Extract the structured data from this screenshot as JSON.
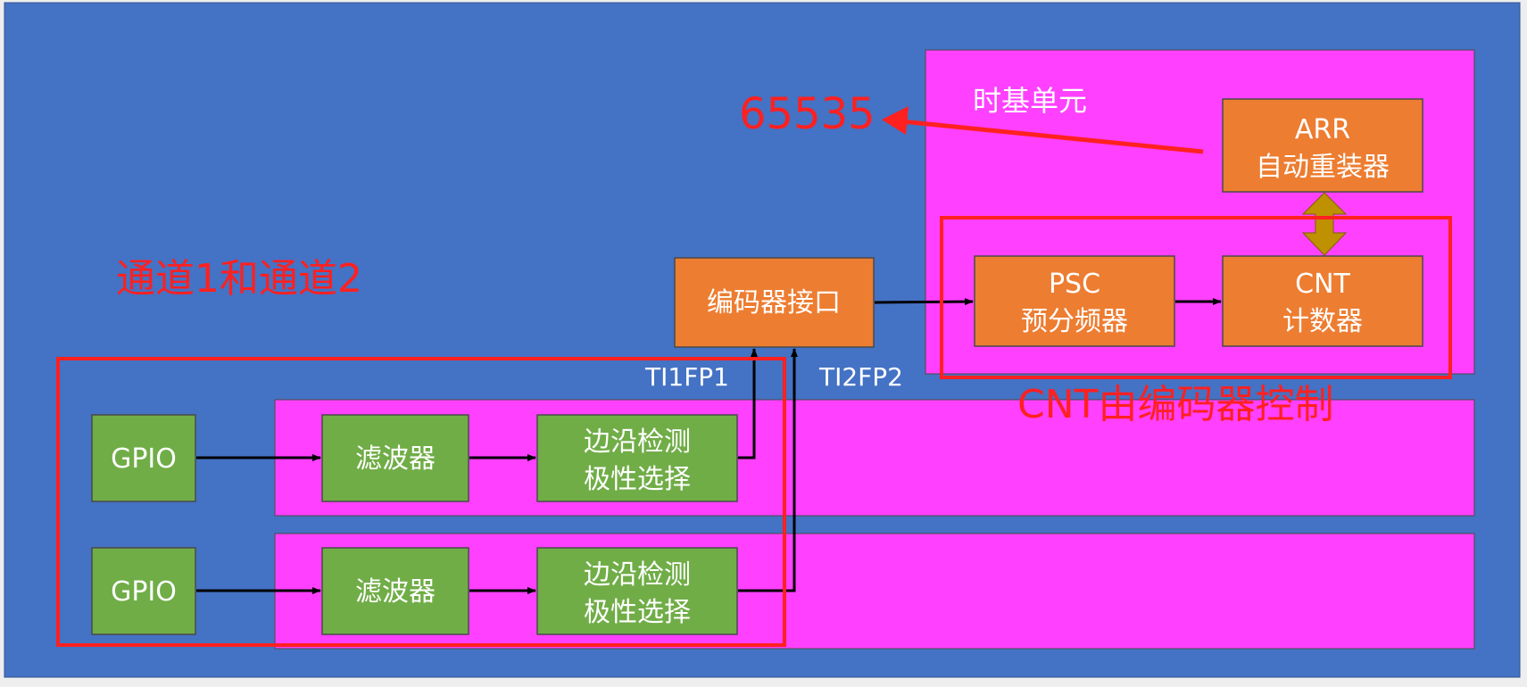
{
  "colors": {
    "background": "#4472c4",
    "magenta": "#ff40ff",
    "orange": "#ed7d31",
    "green": "#70ad47",
    "red_annotation": "#ff2020",
    "double_arrow": "#bf9000",
    "white": "#ffffff",
    "black": "#000000"
  },
  "time_base": {
    "label": "时基单元",
    "arr": {
      "line1": "ARR",
      "line2": "自动重装器"
    },
    "psc": {
      "line1": "PSC",
      "line2": "预分频器"
    },
    "cnt": {
      "line1": "CNT",
      "line2": "计数器"
    }
  },
  "encoder": {
    "label": "编码器接口"
  },
  "signals": {
    "ti1fp1": "TI1FP1",
    "ti2fp2": "TI2FP2"
  },
  "channels": [
    {
      "gpio": "GPIO",
      "filter": "滤波器",
      "edge_line1": "边沿检测",
      "edge_line2": "极性选择"
    },
    {
      "gpio": "GPIO",
      "filter": "滤波器",
      "edge_line1": "边沿检测",
      "edge_line2": "极性选择"
    }
  ],
  "annotations": {
    "value_65535": "65535",
    "channels_note": "通道1和通道2",
    "cnt_note": "CNT由编码器控制"
  }
}
